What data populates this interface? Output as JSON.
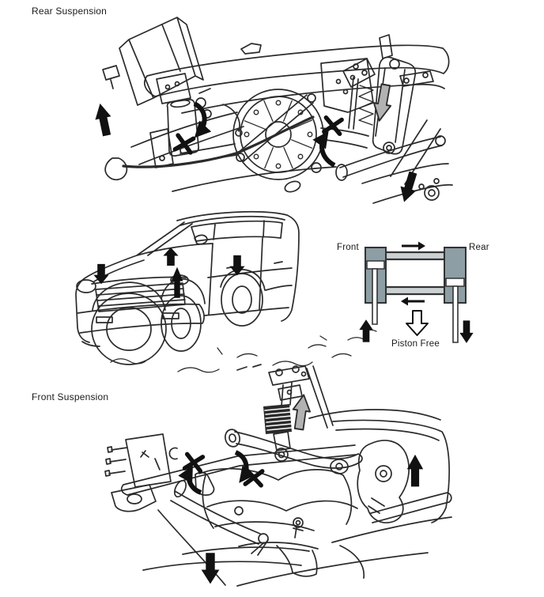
{
  "sections": {
    "rear_suspension": {
      "title": "Rear Suspension",
      "annotations": [
        {
          "name": "axle-up-arrow",
          "style": "solid-black",
          "direction": "up"
        },
        {
          "name": "shock-rotation-arrow",
          "style": "curved-black",
          "direction": "down"
        },
        {
          "name": "no-movement-cross-left",
          "style": "cross"
        },
        {
          "name": "body-down-arrow",
          "style": "outlined-gray",
          "direction": "down"
        },
        {
          "name": "no-movement-cross-right",
          "style": "cross"
        },
        {
          "name": "link-rotation-arrow",
          "style": "curved-black",
          "direction": "up"
        },
        {
          "name": "frame-down-arrow",
          "style": "solid-black",
          "direction": "down"
        }
      ]
    },
    "vehicle": {
      "annotations": [
        {
          "name": "front-body-down-arrow",
          "style": "solid-black",
          "direction": "down"
        },
        {
          "name": "cowl-up-arrow",
          "style": "solid-black",
          "direction": "up"
        },
        {
          "name": "wheel-arch-up-arrow",
          "style": "solid-black",
          "direction": "up"
        },
        {
          "name": "rear-body-down-arrow",
          "style": "solid-black",
          "direction": "down"
        }
      ]
    },
    "piston_diagram": {
      "front_label": "Front",
      "rear_label": "Rear",
      "caption": "Piston Free",
      "annotations": [
        {
          "name": "upper-line-flow-arrow",
          "style": "solid-black",
          "direction": "right"
        },
        {
          "name": "lower-line-flow-arrow",
          "style": "solid-black",
          "direction": "left"
        },
        {
          "name": "piston-free-arrow",
          "style": "hollow-outline",
          "direction": "down"
        },
        {
          "name": "front-rod-arrow",
          "style": "solid-black",
          "direction": "up"
        },
        {
          "name": "rear-rod-arrow",
          "style": "solid-black",
          "direction": "down"
        }
      ]
    },
    "front_suspension": {
      "title": "Front Suspension",
      "annotations": [
        {
          "name": "shock-up-arrow",
          "style": "outlined-gray",
          "direction": "up"
        },
        {
          "name": "no-movement-cross-left",
          "style": "cross"
        },
        {
          "name": "stabilizer-rotation-arrow",
          "style": "curved-black",
          "direction": "up"
        },
        {
          "name": "arm-rotation-arrow",
          "style": "curved-black",
          "direction": "down"
        },
        {
          "name": "no-movement-cross-right",
          "style": "cross"
        },
        {
          "name": "knuckle-up-arrow",
          "style": "solid-black",
          "direction": "up"
        },
        {
          "name": "lower-arm-down-arrow",
          "style": "solid-black",
          "direction": "down"
        }
      ]
    }
  },
  "colors": {
    "page_bg": "#ffffff",
    "line": "#2b2b2b",
    "arrow_black": "#111111",
    "arrow_gray": "#b2b2b2",
    "cylinder_gray": "#8d9ea4",
    "tube_fill": "#ccd2d3",
    "white": "#ffffff"
  }
}
